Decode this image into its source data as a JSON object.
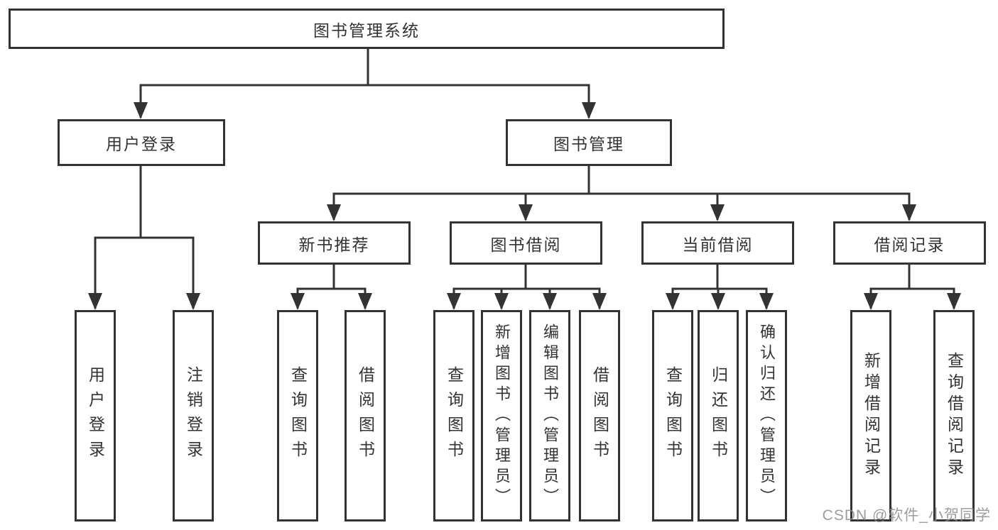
{
  "diagram": {
    "root": {
      "label": "图书管理系统",
      "children": [
        {
          "label": "用户登录",
          "children": [
            {
              "label": "用户登录"
            },
            {
              "label": "注销登录"
            }
          ]
        },
        {
          "label": "图书管理",
          "children": [
            {
              "label": "新书推荐",
              "children": [
                {
                  "label": "查询图书"
                },
                {
                  "label": "借阅图书"
                }
              ]
            },
            {
              "label": "图书借阅",
              "children": [
                {
                  "label": "查询图书"
                },
                {
                  "label": "新增图书（管理员）"
                },
                {
                  "label": "编辑图书（管理员）"
                },
                {
                  "label": "借阅图书"
                }
              ]
            },
            {
              "label": "当前借阅",
              "children": [
                {
                  "label": "查询图书"
                },
                {
                  "label": "归还图书"
                },
                {
                  "label": "确认归还（管理员）"
                }
              ]
            },
            {
              "label": "借阅记录",
              "children": [
                {
                  "label": "新增借阅记录"
                },
                {
                  "label": "查询借阅记录"
                }
              ]
            }
          ]
        }
      ]
    },
    "colors": {
      "line": "#333333",
      "text": "#333333",
      "box_background": "#ffffff",
      "watermark": "#8c8c8c"
    }
  },
  "watermark": {
    "text": "CSDN @软件_小贺同学"
  }
}
